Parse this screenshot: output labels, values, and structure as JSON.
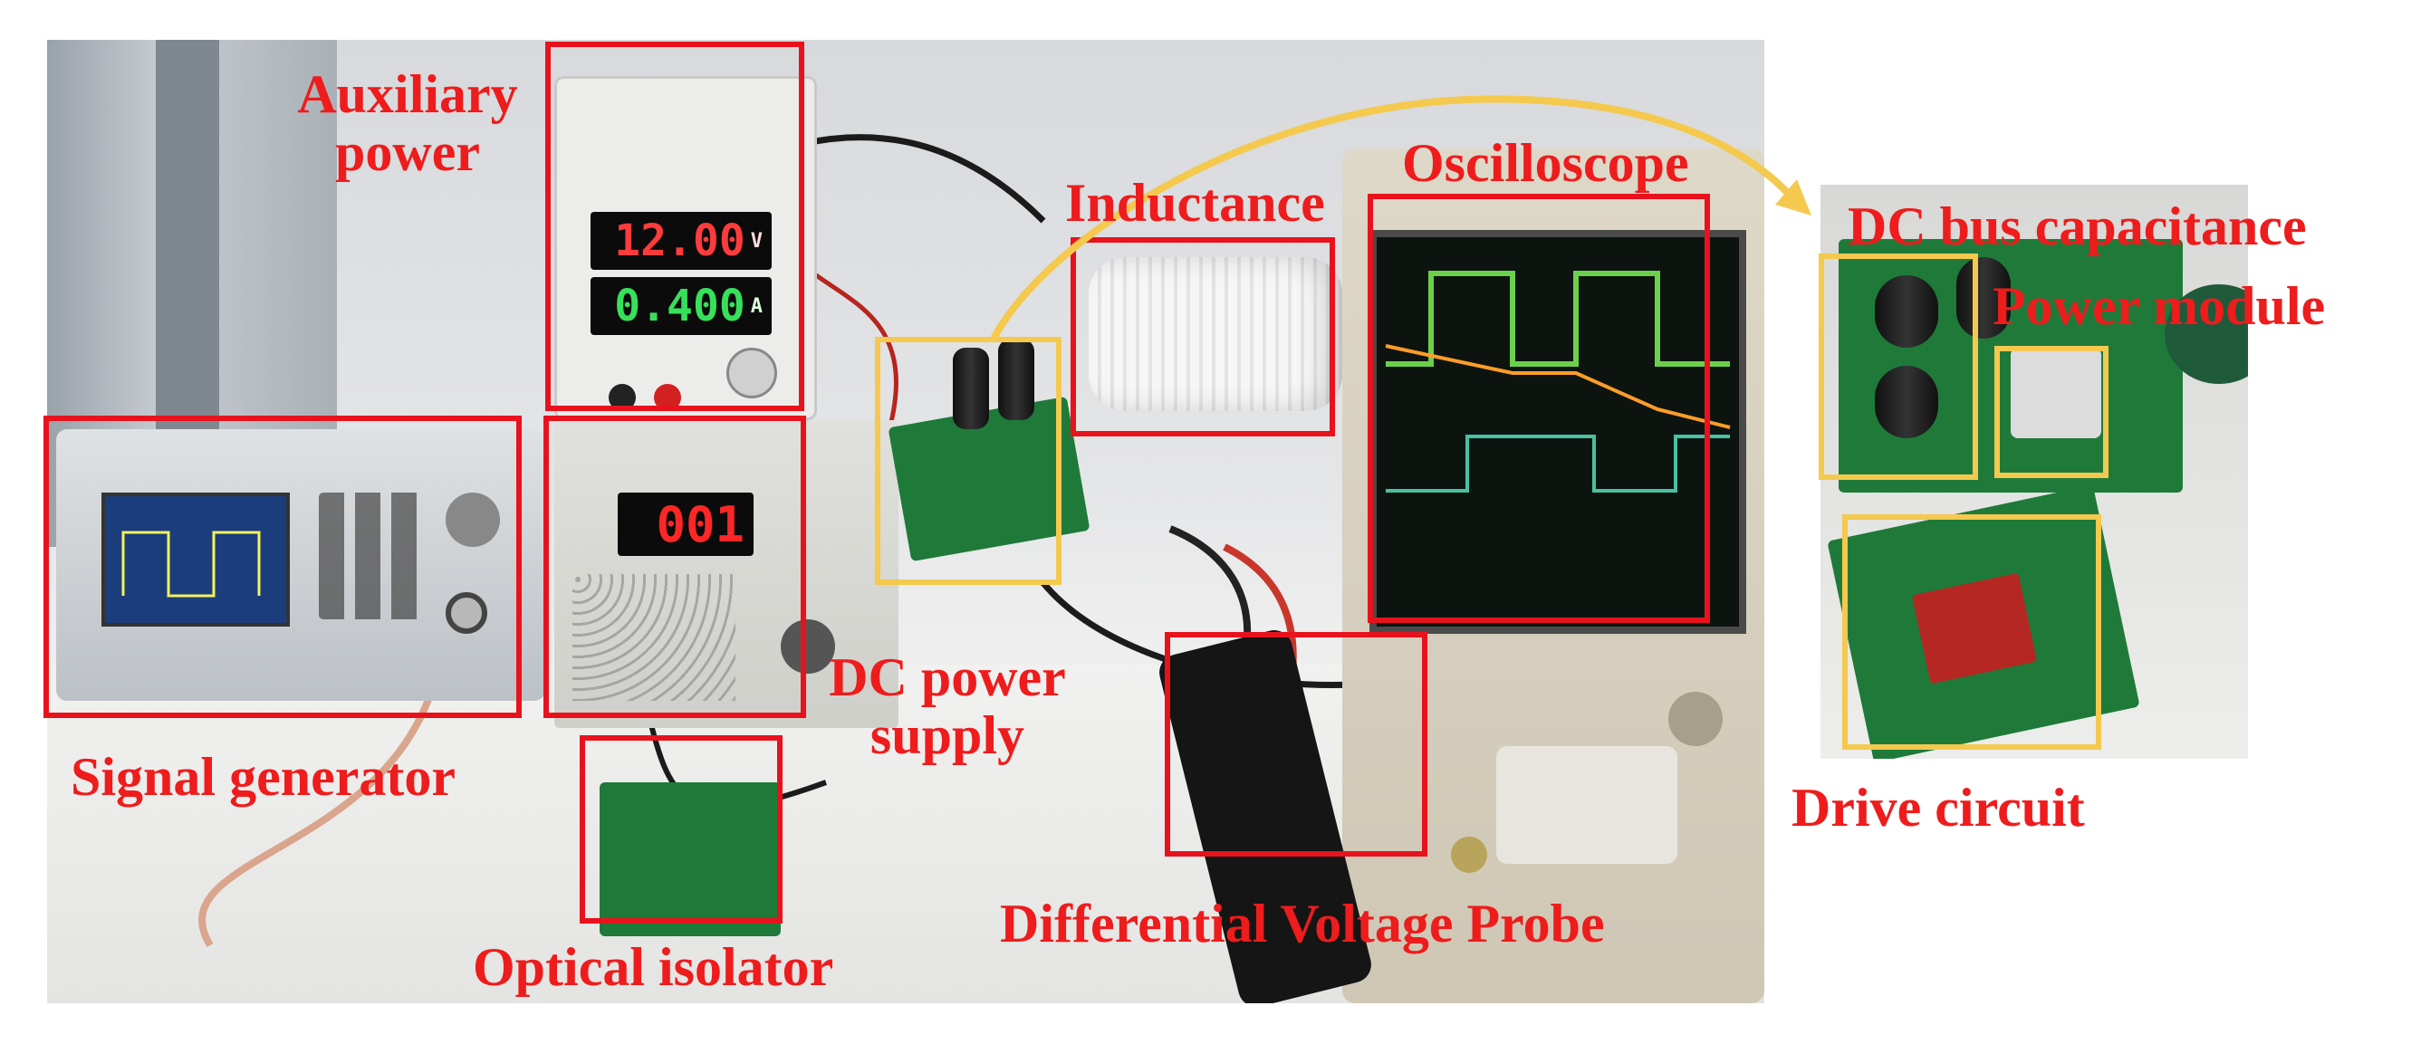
{
  "labels": {
    "auxiliary_power": [
      "Auxiliary",
      "power"
    ],
    "signal_generator": "Signal generator",
    "optical_isolator": "Optical isolator",
    "dc_power_supply": [
      "DC power",
      "supply"
    ],
    "inductance": "Inductance",
    "oscilloscope": "Oscilloscope",
    "differential_voltage_probe": "Differential Voltage Probe",
    "dc_bus_capacitance": "DC bus capacitance",
    "power_module": "Power module",
    "drive_circuit": "Drive circuit"
  },
  "readouts": {
    "aux_voltage": "12.00",
    "aux_voltage_unit": "V",
    "aux_current": "0.400",
    "aux_current_unit": "A",
    "dc_supply_display": "001"
  },
  "colors": {
    "annotation_red": "#e8121d",
    "annotation_yellow": "#f4c94e",
    "label_red": "#ee1c1c"
  }
}
